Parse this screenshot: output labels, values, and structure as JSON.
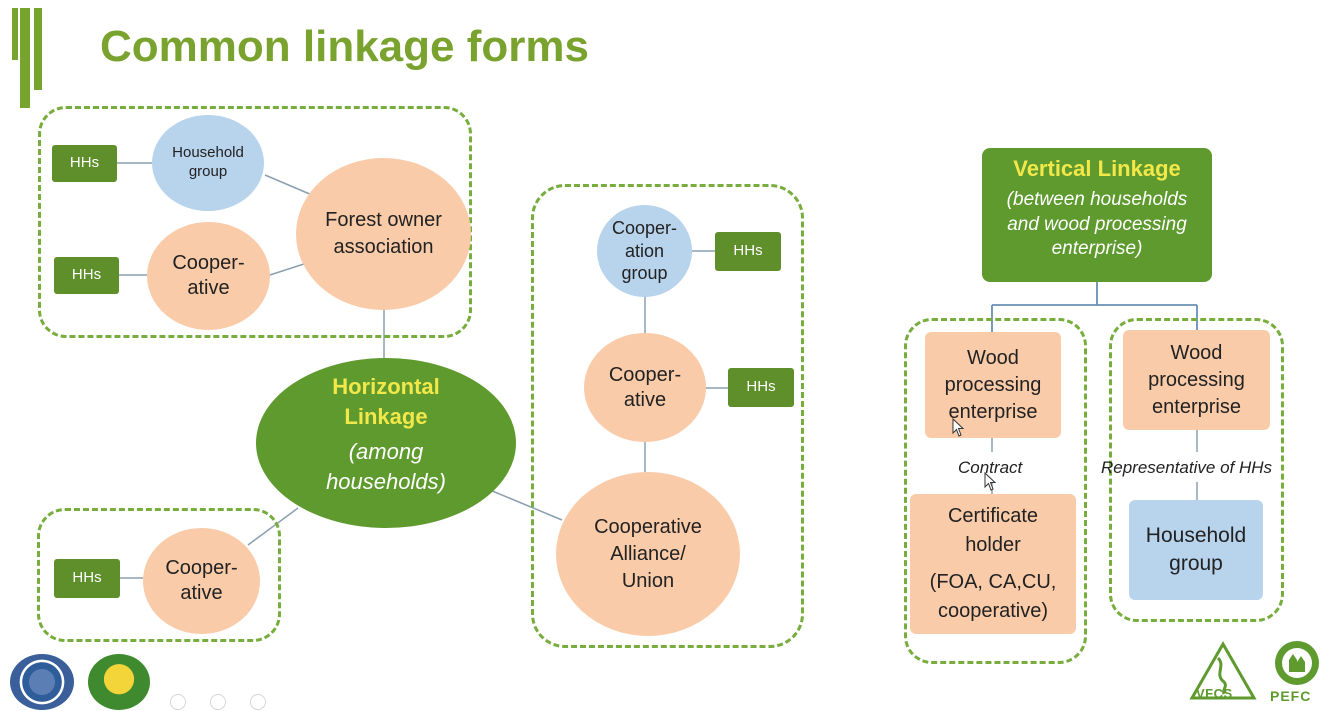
{
  "title": "Common linkage forms",
  "colors": {
    "title": "#7aa22f",
    "dark_green": "#5e9a2e",
    "peach": "#f9cba9",
    "light_blue": "#b8d3ec",
    "highlight_yellow": "#f3e84a",
    "dash_green": "#77ad3c"
  },
  "horizontal": {
    "heading": "Horizontal Linkage",
    "heading_line1": "Horizontal",
    "heading_line2": "Linkage",
    "sub_line1": "(among",
    "sub_line2": "households)"
  },
  "top_group": {
    "hhs1": "HHs",
    "household_group": "Household group",
    "hhs2": "HHs",
    "cooperative": "Cooper-ative",
    "forest_owner_association": "Forest owner association"
  },
  "bottom_group": {
    "hhs": "HHs",
    "cooperative": "Cooper-ative"
  },
  "right_group": {
    "cooperation_group": "Cooper-ation group",
    "hhs1": "HHs",
    "cooperative": "Cooper-ative",
    "hhs2": "HHs",
    "alliance": "Cooperative Alliance/ Union"
  },
  "vertical": {
    "heading": "Vertical Linkage",
    "sub": "(between households and wood processing enterprise)",
    "left": {
      "enterprise": "Wood processing enterprise",
      "relation": "Contract",
      "holder_title": "Certificate holder",
      "holder_sub": "(FOA, CA,CU, cooperative)"
    },
    "right": {
      "enterprise": "Wood processing enterprise",
      "relation": "Representative of HHs",
      "group": "Household group"
    }
  },
  "logos": {
    "vfcs": "VFCS",
    "pefc": "PEFC"
  }
}
